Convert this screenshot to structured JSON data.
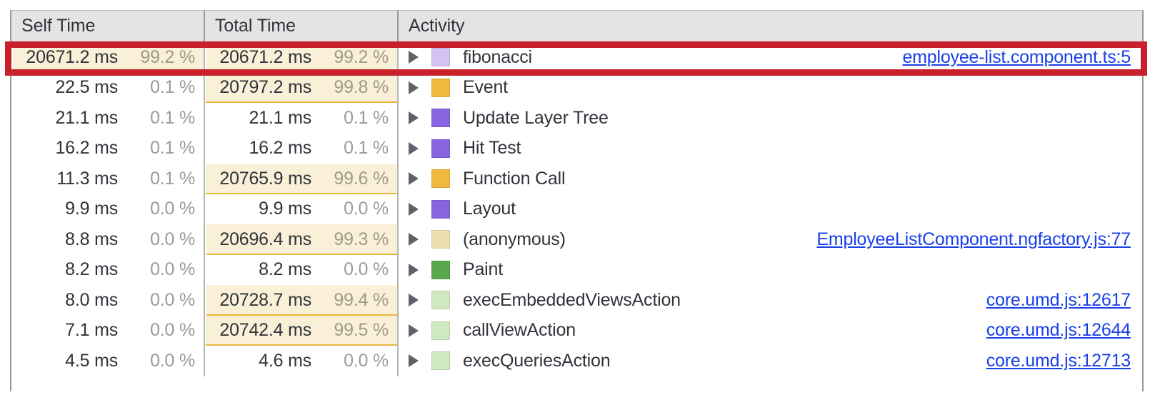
{
  "columns": {
    "self_time": "Self Time",
    "total_time": "Total Time",
    "activity": "Activity"
  },
  "accent": {
    "highlight_bar_fill": "#faf0d8",
    "highlight_bar_underline": "#e8b93c",
    "link_color": "#1a41e8",
    "annotation_box": "#c9212b",
    "header_bg": "#e4e4e4",
    "text_primary": "#30343b",
    "percent_gray": "#9b9b97"
  },
  "rows": [
    {
      "self_ms": "20671.2 ms",
      "self_pct": "99.2 %",
      "self_bar": 99.2,
      "total_ms": "20671.2 ms",
      "total_pct": "99.2 %",
      "total_bar": 99.2,
      "activity": "fibonacci",
      "swatch": "light-purple",
      "swatch_color": "#d6c2f0",
      "source": "employee-list.component.ts:5",
      "highlighted": true
    },
    {
      "self_ms": "22.5 ms",
      "self_pct": "0.1 %",
      "self_bar": 0,
      "total_ms": "20797.2 ms",
      "total_pct": "99.8 %",
      "total_bar": 99.8,
      "activity": "Event",
      "swatch": "amber",
      "swatch_color": "#efb93d",
      "source": "",
      "highlighted": false
    },
    {
      "self_ms": "21.1 ms",
      "self_pct": "0.1 %",
      "self_bar": 0,
      "total_ms": "21.1 ms",
      "total_pct": "0.1 %",
      "total_bar": 0,
      "activity": "Update Layer Tree",
      "swatch": "purple",
      "swatch_color": "#8864e0",
      "source": "",
      "highlighted": false
    },
    {
      "self_ms": "16.2 ms",
      "self_pct": "0.1 %",
      "self_bar": 0,
      "total_ms": "16.2 ms",
      "total_pct": "0.1 %",
      "total_bar": 0,
      "activity": "Hit Test",
      "swatch": "purple",
      "swatch_color": "#8864e0",
      "source": "",
      "highlighted": false
    },
    {
      "self_ms": "11.3 ms",
      "self_pct": "0.1 %",
      "self_bar": 0,
      "total_ms": "20765.9 ms",
      "total_pct": "99.6 %",
      "total_bar": 99.6,
      "activity": "Function Call",
      "swatch": "amber",
      "swatch_color": "#efb93d",
      "source": "",
      "highlighted": false
    },
    {
      "self_ms": "9.9 ms",
      "self_pct": "0.0 %",
      "self_bar": 0,
      "total_ms": "9.9 ms",
      "total_pct": "0.0 %",
      "total_bar": 0,
      "activity": "Layout",
      "swatch": "purple",
      "swatch_color": "#8864e0",
      "source": "",
      "highlighted": false
    },
    {
      "self_ms": "8.8 ms",
      "self_pct": "0.0 %",
      "self_bar": 0,
      "total_ms": "20696.4 ms",
      "total_pct": "99.3 %",
      "total_bar": 99.3,
      "activity": "(anonymous)",
      "swatch": "pale-tan",
      "swatch_color": "#ecdfae",
      "source": "EmployeeListComponent.ngfactory.js:77",
      "highlighted": false
    },
    {
      "self_ms": "8.2 ms",
      "self_pct": "0.0 %",
      "self_bar": 0,
      "total_ms": "8.2 ms",
      "total_pct": "0.0 %",
      "total_bar": 0,
      "activity": "Paint",
      "swatch": "green",
      "swatch_color": "#5aa košer"
    }
  ]
}
